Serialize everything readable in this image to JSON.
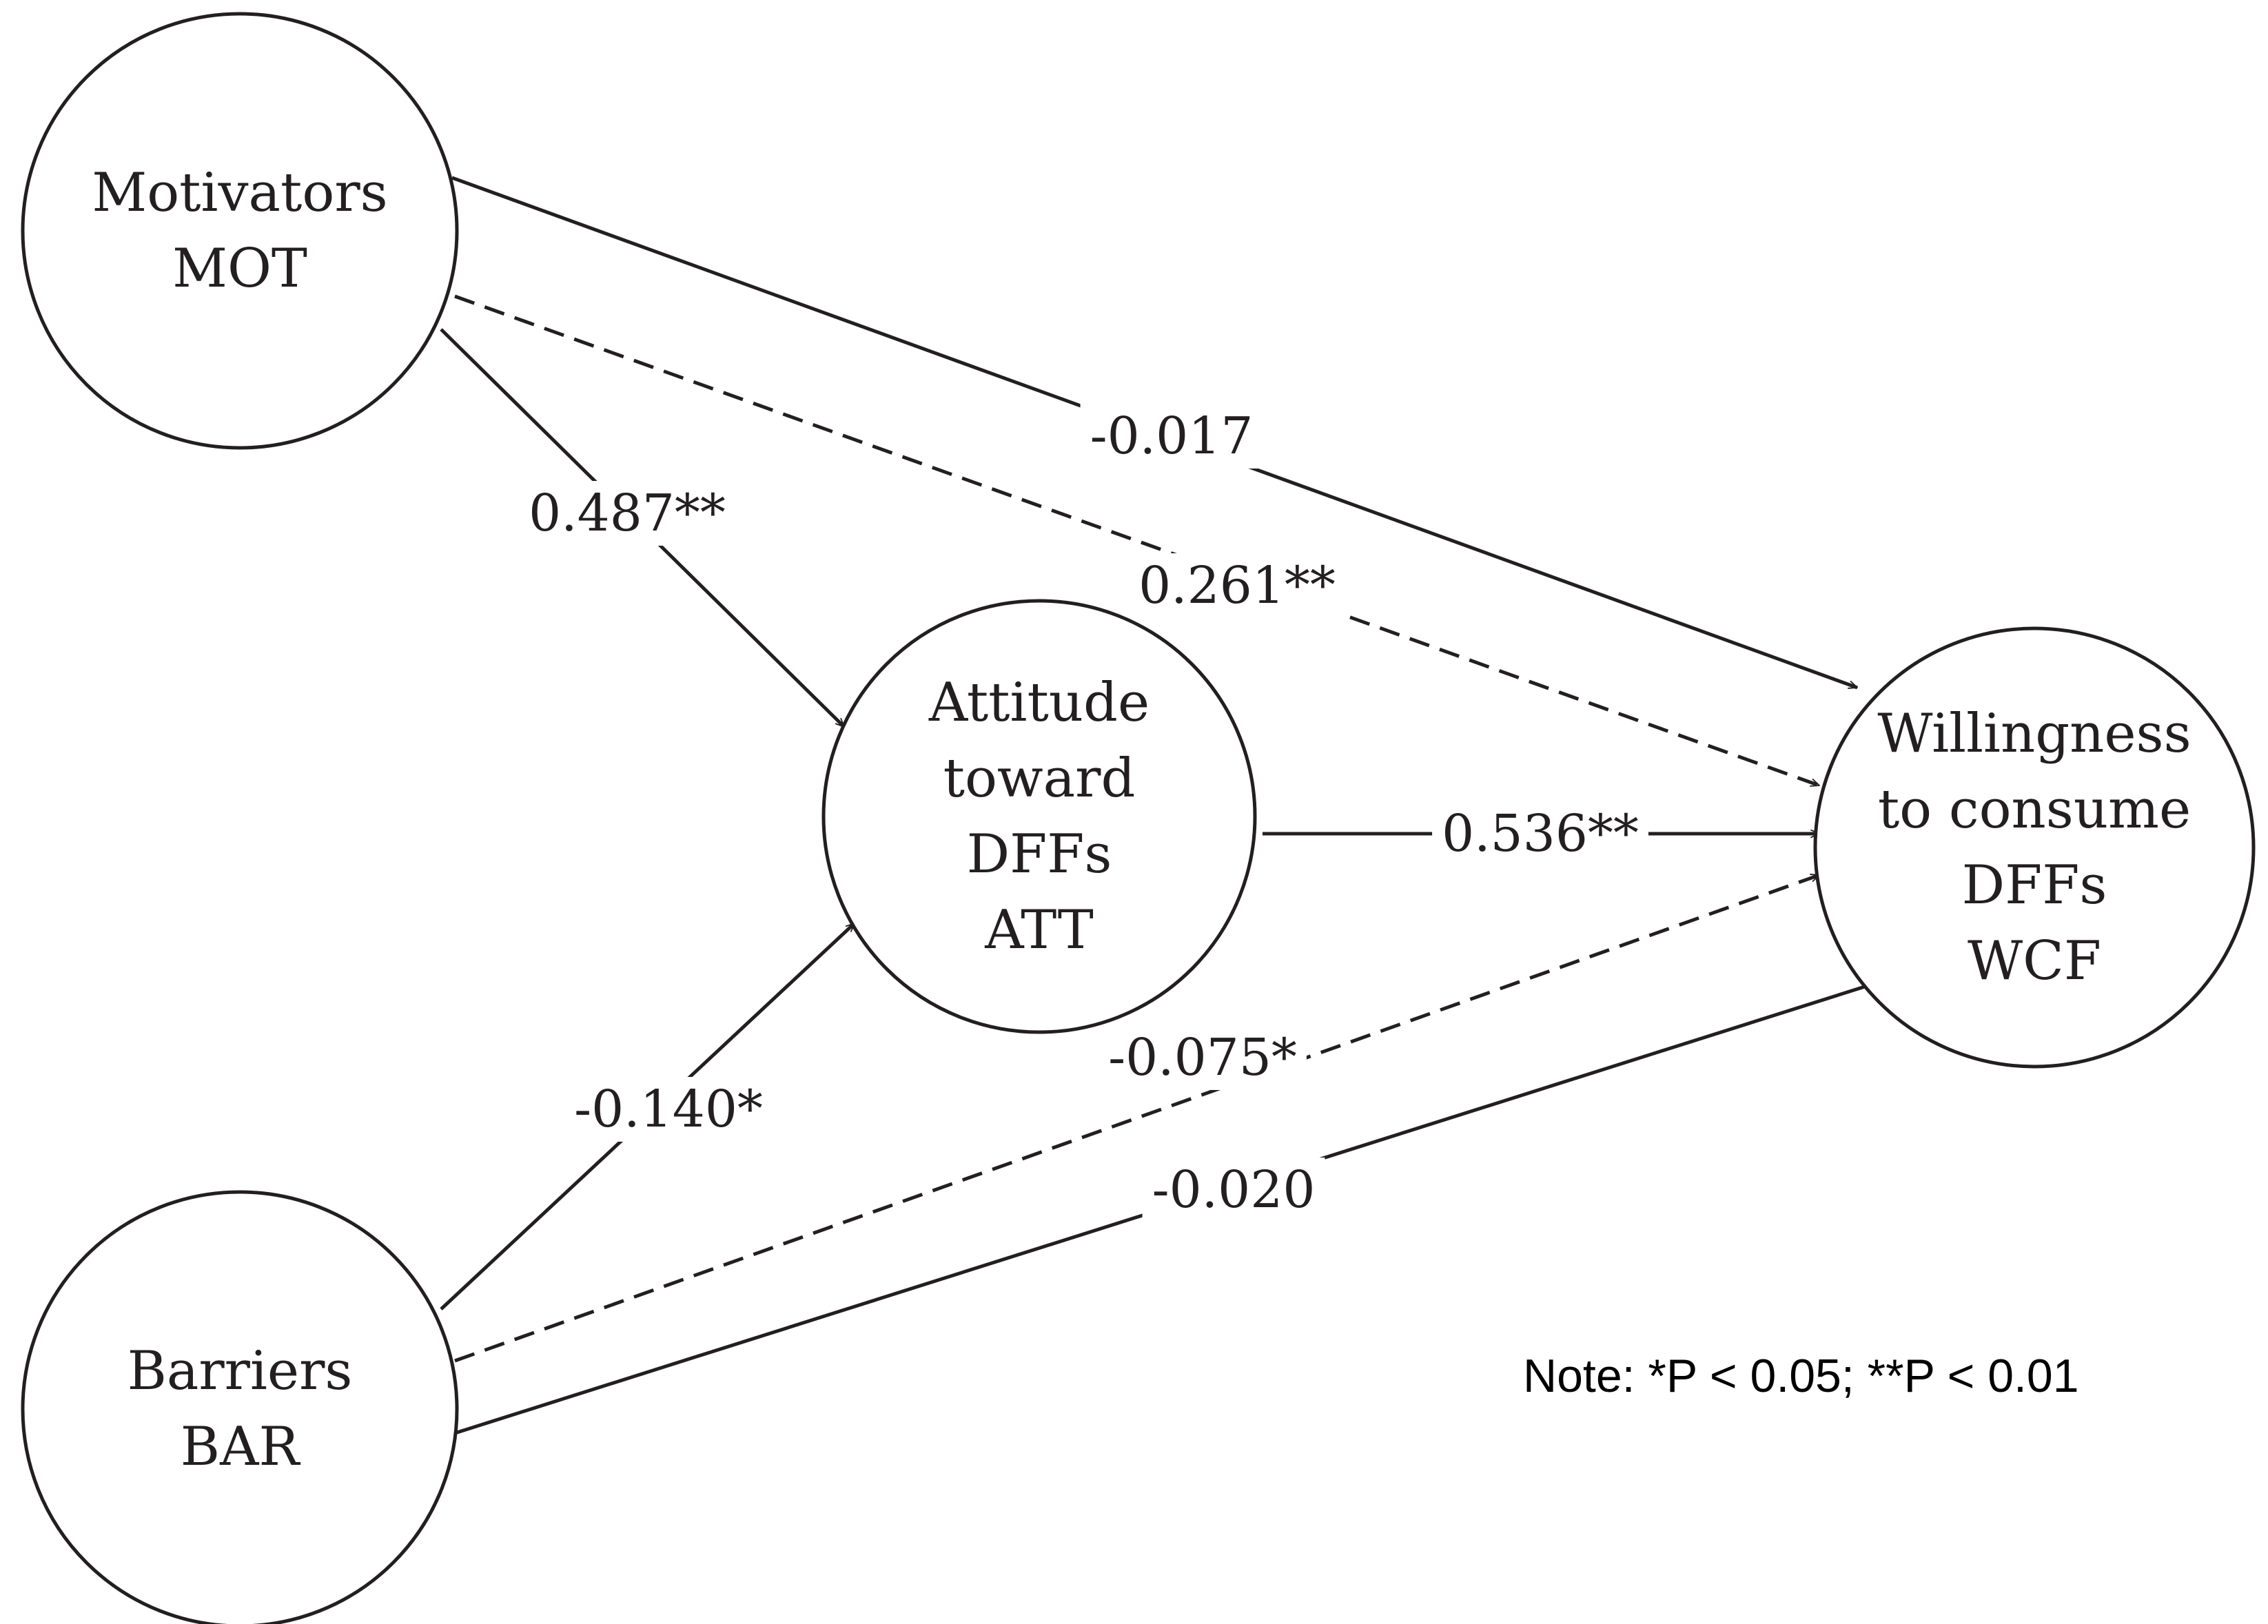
{
  "nodes": [
    {
      "id": "MOT",
      "lines": [
        "Motivators",
        "MOT"
      ]
    },
    {
      "id": "BAR",
      "lines": [
        "Barriers",
        "BAR"
      ]
    },
    {
      "id": "ATT",
      "lines": [
        "Attitude",
        "toward",
        "DFFs",
        "ATT"
      ]
    },
    {
      "id": "WCF",
      "lines": [
        "Willingness",
        "to consume",
        "DFFs",
        "WCF"
      ]
    }
  ],
  "edges": [
    {
      "id": "mot-wcf",
      "from": "MOT",
      "to": "WCF",
      "style": "solid",
      "label": "-0.017"
    },
    {
      "id": "mot-wcf-indirect",
      "from": "MOT",
      "to": "WCF",
      "style": "dashed",
      "label": "0.261**"
    },
    {
      "id": "mot-att",
      "from": "MOT",
      "to": "ATT",
      "style": "solid",
      "label": "0.487**"
    },
    {
      "id": "att-wcf",
      "from": "ATT",
      "to": "WCF",
      "style": "solid",
      "label": "0.536**"
    },
    {
      "id": "bar-att",
      "from": "BAR",
      "to": "ATT",
      "style": "solid",
      "label": "-0.140*"
    },
    {
      "id": "bar-wcf-indirect",
      "from": "BAR",
      "to": "WCF",
      "style": "dashed",
      "label": "-0.075*"
    },
    {
      "id": "bar-wcf",
      "from": "BAR",
      "to": "WCF",
      "style": "solid",
      "label": "-0.020"
    }
  ],
  "note": "Note: *P < 0.05; **P < 0.01",
  "colors": {
    "stroke": "#231f20",
    "background": "#ffffff"
  }
}
